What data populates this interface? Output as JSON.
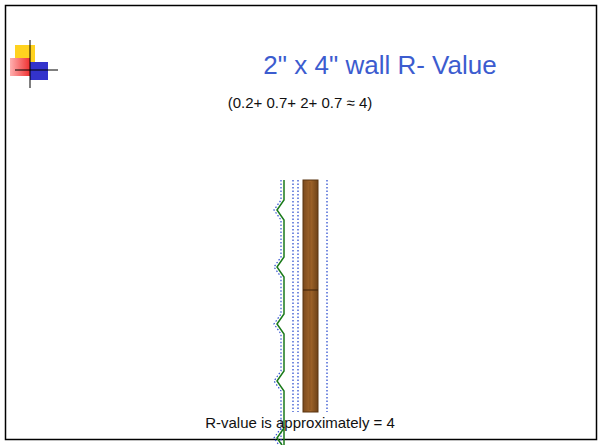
{
  "diagram": {
    "title": "2\" x 4\" wall R- Value",
    "caption": "R-value is approximately = 4",
    "labels": [
      "(0.2+ 0.7+ 2+ 0.7 ≈ 4)"
    ]
  }
}
